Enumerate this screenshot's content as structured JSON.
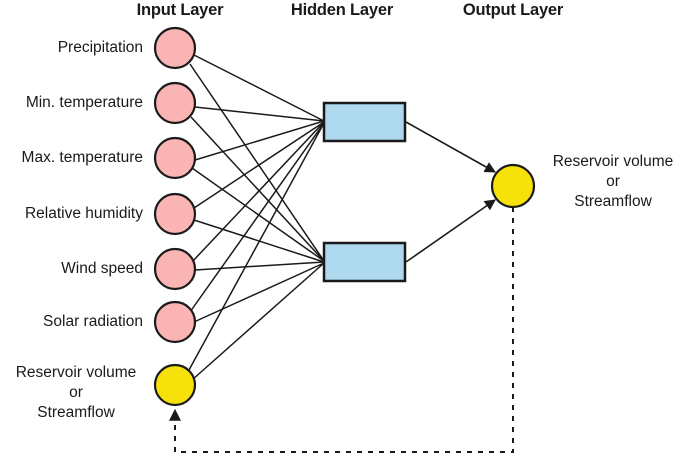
{
  "diagram": {
    "title_layers": {
      "input": "Input Layer",
      "hidden": "Hidden Layer",
      "output": "Output Layer"
    },
    "colors": {
      "input_node_fill": "#FAB4B4",
      "feedback_node_fill": "#F7E10A",
      "output_node_fill": "#F7E10A",
      "hidden_box_fill": "#ADD8ED",
      "stroke": "#1a1a1a",
      "background": "#ffffff"
    },
    "input_layer": {
      "nodes": [
        {
          "label": "Precipitation",
          "shape": "circle",
          "fill": "#FAB4B4"
        },
        {
          "label": "Min. temperature",
          "shape": "circle",
          "fill": "#FAB4B4"
        },
        {
          "label": "Max. temperature",
          "shape": "circle",
          "fill": "#FAB4B4"
        },
        {
          "label": "Relative humidity",
          "shape": "circle",
          "fill": "#FAB4B4"
        },
        {
          "label": "Wind speed",
          "shape": "circle",
          "fill": "#FAB4B4"
        },
        {
          "label": "Solar radiation",
          "shape": "circle",
          "fill": "#FAB4B4"
        },
        {
          "label_line1": "Reservoir volume",
          "label_line2": "or",
          "label_line3": "Streamflow",
          "shape": "circle",
          "fill": "#F7E10A"
        }
      ]
    },
    "hidden_layer": {
      "nodes": [
        {
          "label": "",
          "shape": "rectangle",
          "fill": "#ADD8ED"
        },
        {
          "label": "",
          "shape": "rectangle",
          "fill": "#ADD8ED"
        }
      ]
    },
    "output_layer": {
      "node": {
        "label_line1": "Reservoir volume",
        "label_line2": "or",
        "label_line3": "Streamflow",
        "shape": "circle",
        "fill": "#F7E10A"
      }
    },
    "connections": {
      "input_to_hidden": "fully-connected",
      "hidden_to_output": "directed-arrows",
      "feedback": "dashed-recurrent-loop"
    }
  }
}
